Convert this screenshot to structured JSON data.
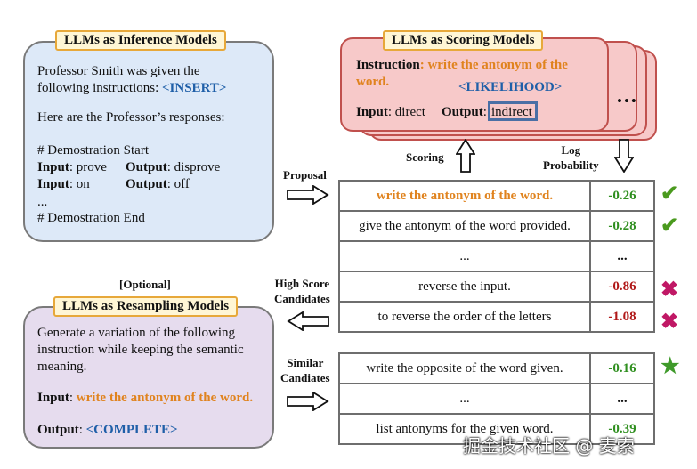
{
  "inference": {
    "title": "LLMs as Inference Models",
    "line1": "Professor Smith was given the",
    "line2": "following instructions:",
    "insert": "<INSERT>",
    "line3": "Here are the Professor’s responses:",
    "demo_start": "# Demostration Start",
    "ex1_in_label": "Input",
    "ex1_in": ": prove",
    "ex1_out_label": "Output",
    "ex1_out": ": disprove",
    "ex2_in_label": "Input",
    "ex2_in": ": on",
    "ex2_out_label": "Output",
    "ex2_out": ": off",
    "ellipsis": "...",
    "demo_end": "# Demostration End"
  },
  "scoring": {
    "title": "LLMs as Scoring Models",
    "instr_label": "Instruction",
    "instr_colon": ": ",
    "instr_value1": "write the antonym of the",
    "instr_value2": "word.",
    "likelihood": "<LIKELIHOOD>",
    "input_label": "Input",
    "input_value": ": direct",
    "output_label": "Output",
    "output_colon": ":",
    "output_value": "indirect",
    "more": "•••"
  },
  "resampling": {
    "title": "LLMs as Resampling Models",
    "optional": "[Optional]",
    "line1": "Generate a variation of the following",
    "line2": "instruction while keeping the semantic",
    "line3": "meaning.",
    "input_label": "Input",
    "input_colon": ": ",
    "input_value": "write the antonym of the word.",
    "output_label": "Output",
    "output_colon": ": ",
    "complete": "<COMPLETE>"
  },
  "labels": {
    "proposal": "Proposal",
    "scoring": "Scoring",
    "log_prob1": "Log",
    "log_prob2": "Probability",
    "high1": "High Score",
    "high2": "Candidates",
    "similar1": "Similar",
    "similar2": "Candiates"
  },
  "candidates": [
    {
      "text": "write the antonym of the word.",
      "score": "-0.26",
      "mark": "check"
    },
    {
      "text": "give the antonym of the word provided.",
      "score": "-0.28",
      "mark": "check"
    },
    {
      "text": "...",
      "score": "...",
      "mark": ""
    },
    {
      "text": "reverse the input.",
      "score": "-0.86",
      "mark": "cross"
    },
    {
      "text": "to reverse the order of the letters",
      "score": "-1.08",
      "mark": "cross"
    }
  ],
  "similar": [
    {
      "text": "write the opposite of the word given.",
      "score": "-0.16",
      "mark": "star"
    },
    {
      "text": "...",
      "score": "...",
      "mark": ""
    },
    {
      "text": "list antonyms for the given word.",
      "score": "-0.39",
      "mark": ""
    }
  ],
  "marks": {
    "check": "✔",
    "cross": "✖",
    "star": "★"
  },
  "colors": {
    "inference_bg": "#dde9f8",
    "scoring_bg": "#f7c9c9",
    "resampling_bg": "#e6dcee",
    "title_bg": "#fff6d5",
    "green": "#2f8f1f",
    "red": "#b01818",
    "check": "#4a9a1e",
    "cross": "#c01865",
    "star": "#3f9a2a"
  },
  "watermark": "掘金技术社区 @ 麦索"
}
